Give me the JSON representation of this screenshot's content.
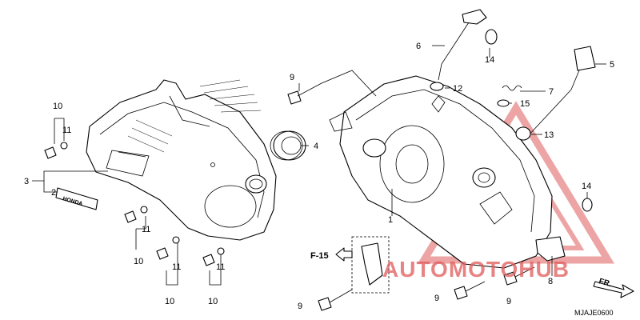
{
  "callouts": {
    "c1": "1",
    "c2": "2",
    "c3": "3",
    "c4": "4",
    "c5": "5",
    "c6": "6",
    "c7": "7",
    "c8": "8",
    "c9a": "9",
    "c9b": "9",
    "c9c": "9",
    "c9d": "9",
    "c10a": "10",
    "c10b": "10",
    "c10c": "10",
    "c10d": "10",
    "c10e": "10",
    "c11a": "11",
    "c11b": "11",
    "c11c": "11",
    "c11d": "11",
    "c11e": "11",
    "c12": "12",
    "c13": "13",
    "c14a": "14",
    "c14b": "14",
    "c15": "15"
  },
  "reference": {
    "ref_label": "F-15"
  },
  "direction": {
    "front_label": "FR."
  },
  "diagram_code": "MJAJE0600",
  "watermark": {
    "brand": "AUTOMOTOHUB",
    "color": "#e05a5a",
    "accent": "#f0b84a"
  },
  "badge": {
    "text": "HONDA"
  }
}
